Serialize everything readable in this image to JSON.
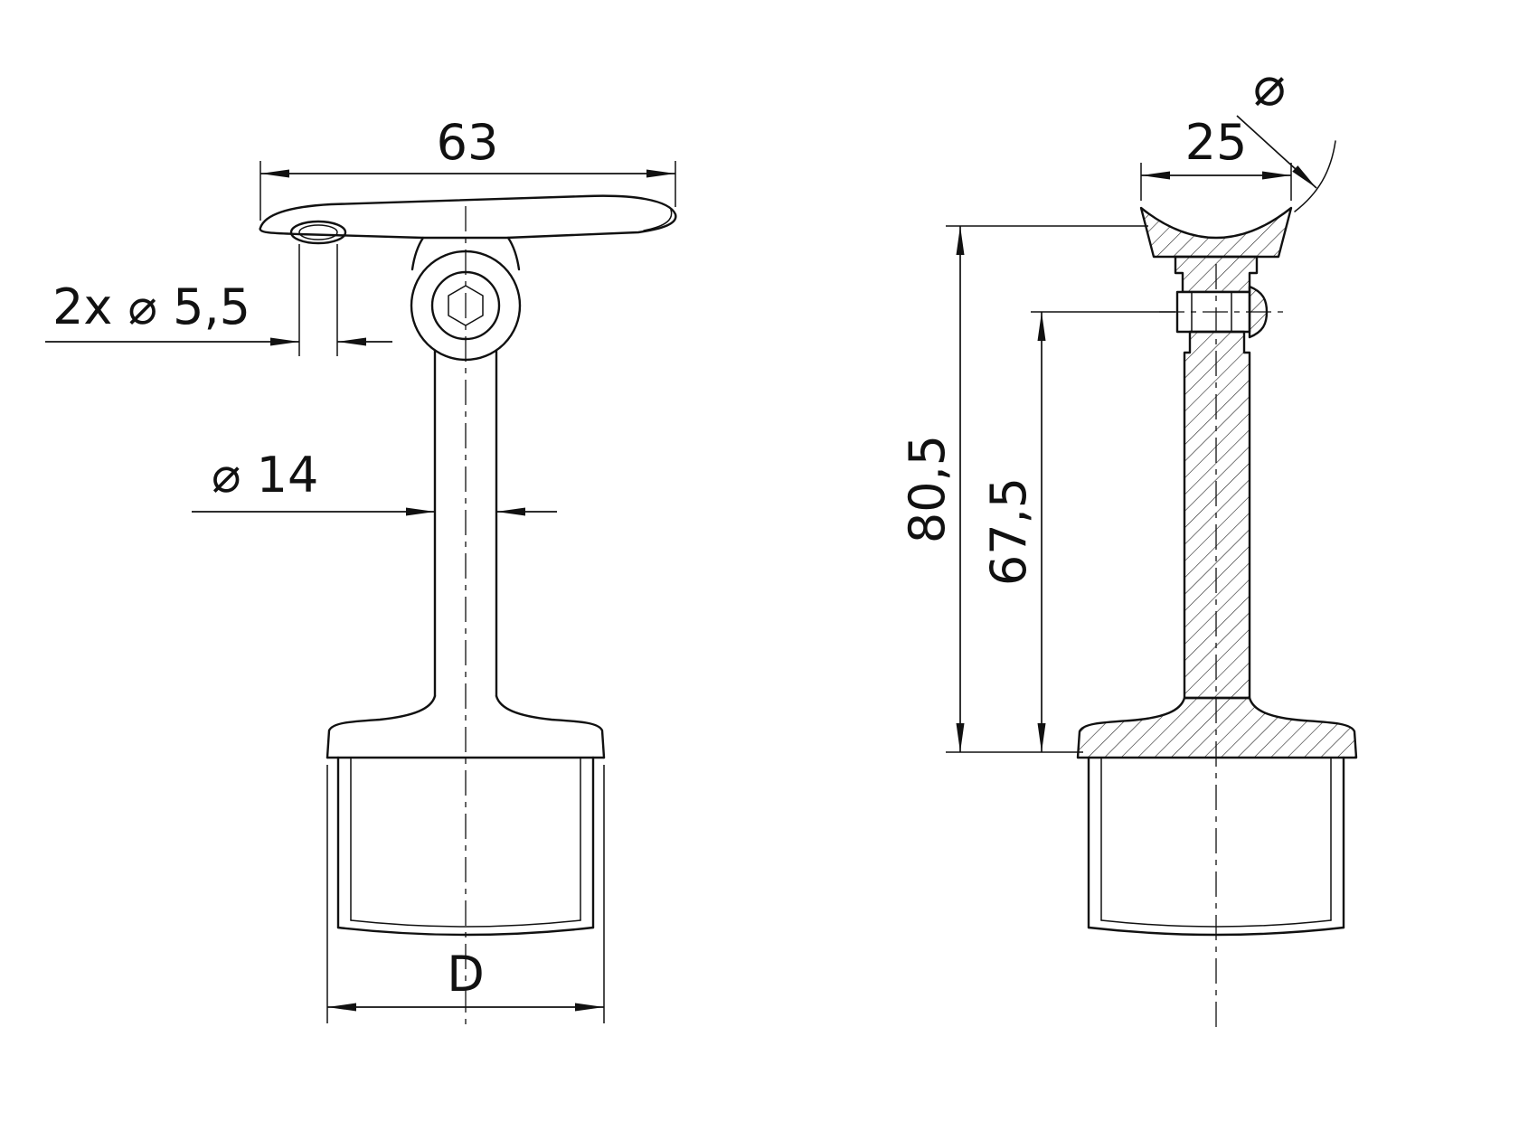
{
  "drawing": {
    "labels": {
      "top_width": "63",
      "holes": "2x ⌀ 5,5",
      "stem_diameter": "⌀ 14",
      "tube_diameter": "D",
      "saddle_width": "25",
      "overall_height": "80,5",
      "intermediate_height": "67,5",
      "rail_diameter": "⌀"
    },
    "colors": {
      "line": "#111111",
      "background": "#ffffff"
    }
  }
}
